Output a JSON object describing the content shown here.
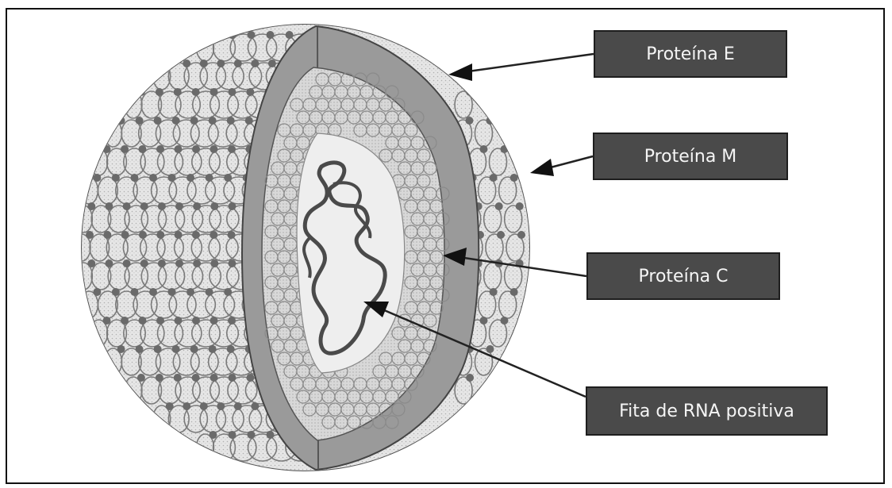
{
  "labels": {
    "protein_e": "Proteína E",
    "protein_m": "Proteína M",
    "protein_c": "Proteína C",
    "rna": "Fita de RNA positiva"
  },
  "colors": {
    "label_background": "#4a4a4a",
    "label_text": "#f5f5f5",
    "envelope_shell": "#9a9a9a",
    "capsid_fill": "#dcdcdc",
    "inner_core": "#eeeeee",
    "rna_strand": "#4a4a4a",
    "spike_dots": "#6a6a6a"
  }
}
